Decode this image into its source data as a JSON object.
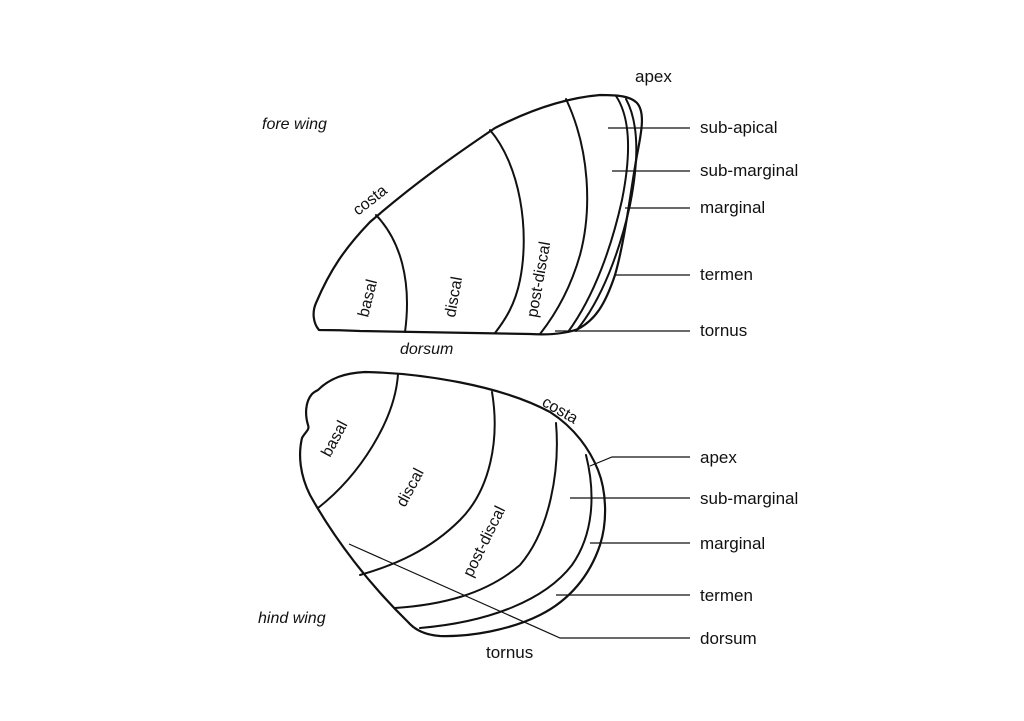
{
  "fore_wing": {
    "title": "fore wing",
    "costa": "costa",
    "dorsum": "dorsum",
    "regions": {
      "basal": "basal",
      "discal": "discal",
      "post_discal": "post-discal"
    },
    "callouts": [
      "apex",
      "sub-apical",
      "sub-marginal",
      "marginal",
      "termen",
      "tornus"
    ]
  },
  "hind_wing": {
    "title": "hind wing",
    "costa": "costa",
    "tornus": "tornus",
    "regions": {
      "basal": "basal",
      "discal": "discal",
      "post_discal": "post-discal"
    },
    "callouts": [
      "apex",
      "sub-marginal",
      "marginal",
      "termen",
      "dorsum"
    ]
  }
}
